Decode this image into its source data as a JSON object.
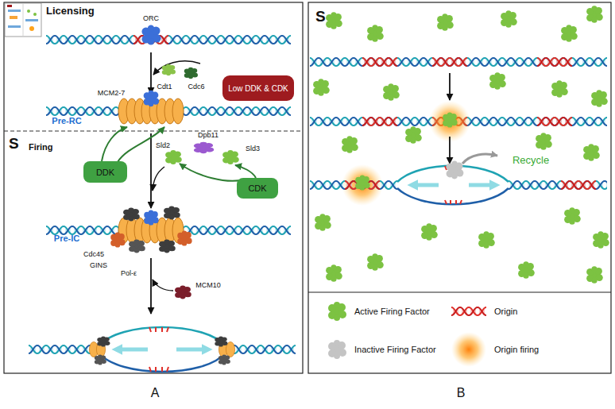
{
  "diagram": {
    "nodes": [
      {
        "text": [
          "Low DDK & CDK"
        ]
      },
      {
        "text": [
          "DDK"
        ]
      },
      {
        "text": [
          "CDK"
        ]
      }
    ],
    "labels": [
      "Licensing",
      "ORC",
      "Cdt1",
      "Cdc6",
      "MCM2-7",
      "Pre-RC",
      "S",
      "Firing",
      "Dpb11",
      "Sld2",
      "Sld3",
      "Pre-IC",
      "Cdc45",
      "GINS",
      "Pol-ε",
      "MCM10",
      "S",
      "Recycle",
      "A",
      "B"
    ],
    "legend": [
      {
        "text": "Active Firing Factor"
      },
      {
        "text": "Origin"
      },
      {
        "text": "Inactive Firing Factor"
      },
      {
        "text": "Origin firing"
      }
    ]
  }
}
